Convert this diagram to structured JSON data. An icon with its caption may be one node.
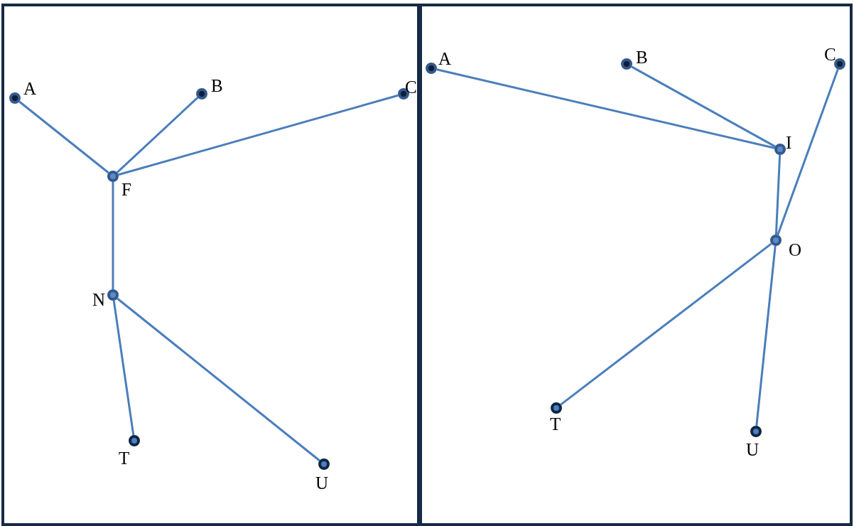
{
  "diagram": {
    "nodes": [
      {
        "text": [
          "A"
        ]
      },
      {
        "text": [
          "B"
        ]
      },
      {
        "text": [
          "C"
        ]
      },
      {
        "text": [
          "F"
        ]
      },
      {
        "text": [
          "N"
        ]
      },
      {
        "text": [
          "T"
        ]
      },
      {
        "text": [
          "U"
        ]
      },
      {
        "text": [
          "A"
        ]
      },
      {
        "text": [
          "B"
        ]
      },
      {
        "text": [
          "C"
        ]
      },
      {
        "text": [
          "I"
        ]
      },
      {
        "text": [
          "O"
        ]
      },
      {
        "text": [
          "T"
        ]
      },
      {
        "text": [
          "U"
        ]
      }
    ],
    "edges": [
      {
        "from": 0,
        "to": 3,
        "arrow": "none"
      },
      {
        "from": 1,
        "to": 3,
        "arrow": "none"
      },
      {
        "from": 2,
        "to": 3,
        "arrow": "none"
      },
      {
        "from": 3,
        "to": 4,
        "arrow": "none"
      },
      {
        "from": 4,
        "to": 5,
        "arrow": "none"
      },
      {
        "from": 4,
        "to": 6,
        "arrow": "none"
      },
      {
        "from": 7,
        "to": 10,
        "arrow": "none"
      },
      {
        "from": 8,
        "to": 10,
        "arrow": "none"
      },
      {
        "from": 10,
        "to": 11,
        "arrow": "none"
      },
      {
        "from": 9,
        "to": 11,
        "arrow": "none"
      },
      {
        "from": 11,
        "to": 12,
        "arrow": "none"
      },
      {
        "from": 11,
        "to": 13,
        "arrow": "none"
      }
    ]
  }
}
